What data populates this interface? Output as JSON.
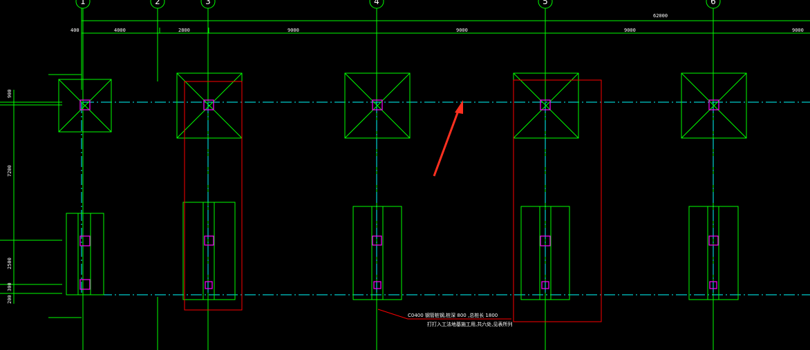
{
  "drawing": {
    "grid_labels": [
      "1",
      "2",
      "3",
      "4",
      "5",
      "6"
    ],
    "top_dimensions": {
      "overall": "62000",
      "segments": [
        "400",
        "4000",
        "2800",
        "9000",
        "9000",
        "9000",
        "9000"
      ]
    },
    "left_dimensions": [
      "900",
      "7200",
      "2500",
      "300",
      "200"
    ],
    "annotation": {
      "line1": "C0400   钢管桩钢,桩深   800  ,总桩长   1800",
      "line2": "打打入工法地基施工用,共六处,见表所列"
    },
    "colors": {
      "background": "#000000",
      "structure": "#00ff00",
      "axis_line": "#00ffff",
      "highlight": "#ff0000",
      "column_marker": "#ff00ff",
      "arrow": "#ff3020"
    }
  }
}
